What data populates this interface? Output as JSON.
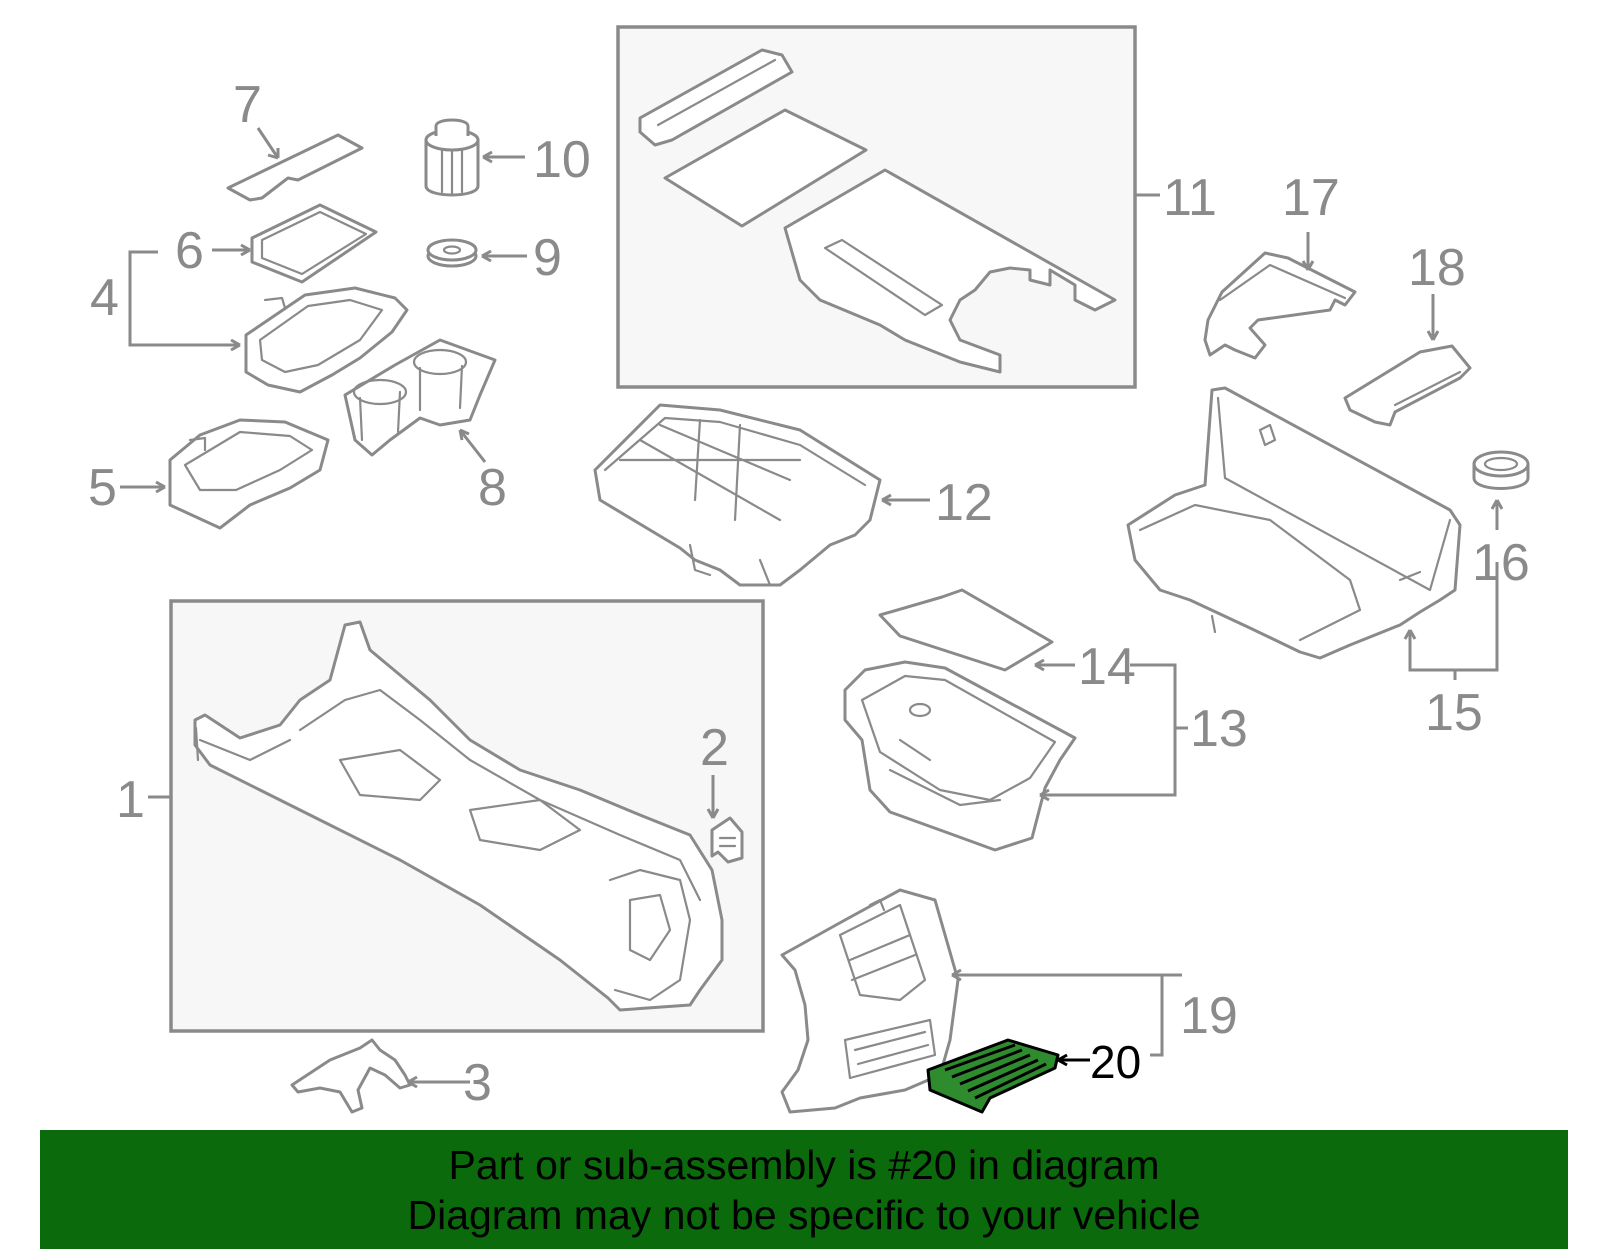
{
  "diagram": {
    "callouts": [
      {
        "id": "1",
        "label": "1"
      },
      {
        "id": "2",
        "label": "2"
      },
      {
        "id": "3",
        "label": "3"
      },
      {
        "id": "4",
        "label": "4"
      },
      {
        "id": "5",
        "label": "5"
      },
      {
        "id": "6",
        "label": "6"
      },
      {
        "id": "7",
        "label": "7"
      },
      {
        "id": "8",
        "label": "8"
      },
      {
        "id": "9",
        "label": "9"
      },
      {
        "id": "10",
        "label": "10"
      },
      {
        "id": "11",
        "label": "11"
      },
      {
        "id": "12",
        "label": "12"
      },
      {
        "id": "13",
        "label": "13"
      },
      {
        "id": "14",
        "label": "14"
      },
      {
        "id": "15",
        "label": "15"
      },
      {
        "id": "16",
        "label": "16"
      },
      {
        "id": "17",
        "label": "17"
      },
      {
        "id": "18",
        "label": "18"
      },
      {
        "id": "19",
        "label": "19"
      },
      {
        "id": "20",
        "label": "20",
        "highlighted": true
      }
    ],
    "colors": {
      "line_art": "#8a8a8a",
      "highlight_part": "#2e8b2e",
      "highlight_label": "#000000",
      "panel_fill": "#f7f7f7"
    }
  },
  "banner": {
    "line1": "Part or sub-assembly is #20 in diagram",
    "line2": "Diagram may not be specific to your vehicle",
    "background": "#0b6a0b"
  }
}
